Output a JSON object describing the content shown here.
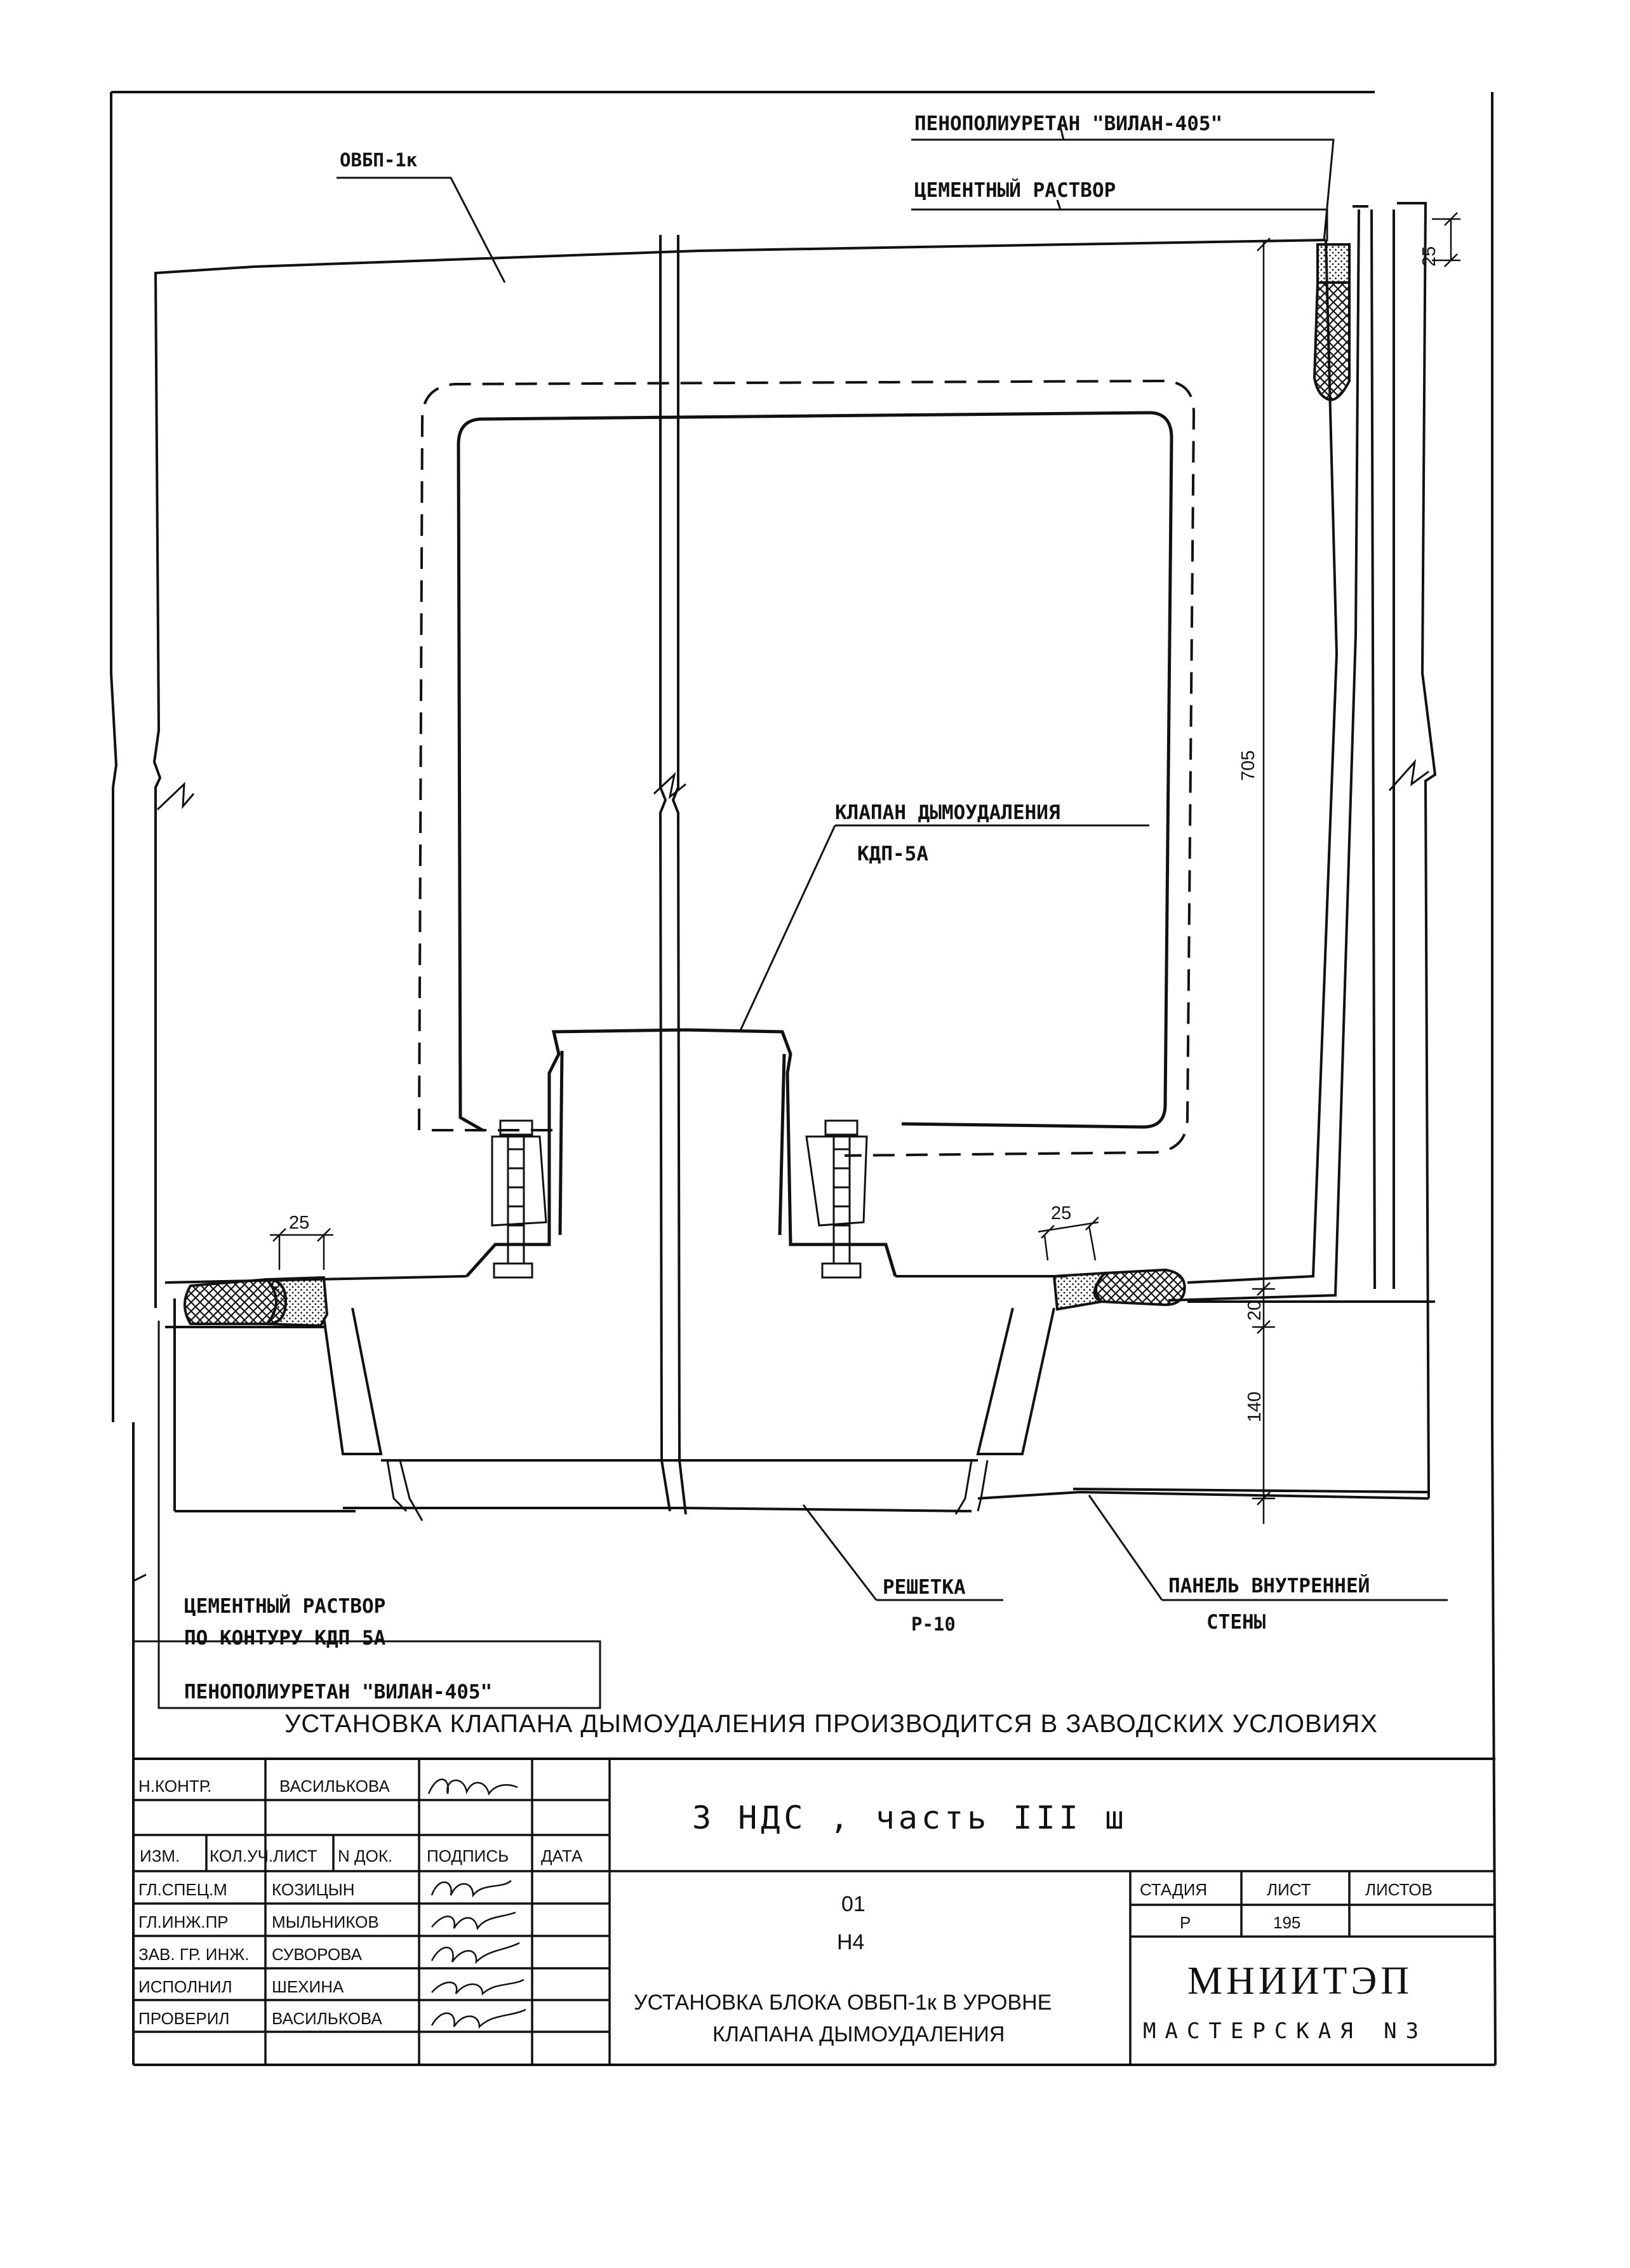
{
  "drawing": {
    "labels": {
      "top_right_foam": "ПЕНОПОЛИУРЕТАН \"ВИЛАН-405\"",
      "top_right_mortar": "ЦЕМЕНТНЫЙ РАСТВОР",
      "block": "ОВБП-1к",
      "valve_title": "КЛАПАН ДЫМОУДАЛЕНИЯ",
      "valve_model": "КДП-5А",
      "mortar_contour_line1": "ЦЕМЕНТНЫЙ РАСТВОР",
      "mortar_contour_line2": "ПО КОНТУРУ КДП 5А",
      "bottom_foam": "ПЕНОПОЛИУРЕТАН \"ВИЛАН-405\"",
      "grille_title": "РЕШЕТКА",
      "grille_model": "Р-10",
      "panel_line1": "ПАНЕЛЬ ВНУТРЕННЕЙ",
      "panel_line2": "СТЕНЫ"
    },
    "dimensions": {
      "top_right_gap": "25",
      "height_main": "705",
      "left_gap": "25",
      "right_gap": "25",
      "slab_top": "20",
      "slab_depth": "140"
    },
    "note": "УСТАНОВКА КЛАПАНА ДЫМОУДАЛЕНИЯ ПРОИЗВОДИТСЯ В ЗАВОДСКИХ УСЛОВИЯХ"
  },
  "title_block": {
    "norm_control": {
      "role": "Н.КОНТР.",
      "name": "ВАСИЛЬКОВА"
    },
    "headers": [
      "ИЗМ.",
      "КОЛ.УЧ.",
      "ЛИСТ",
      "N ДОК.",
      "ПОДПИСЬ",
      "ДАТА"
    ],
    "staff": [
      {
        "role": "ГЛ.СПЕЦ.М",
        "name": "КОЗИЦЫН"
      },
      {
        "role": "ГЛ.ИНЖ.ПР",
        "name": "МЫЛЬНИКОВ"
      },
      {
        "role": "ЗАВ. ГР. ИНЖ.",
        "name": "СУВОРОВА"
      },
      {
        "role": "ИСПОЛНИЛ",
        "name": "ШЕХИНА"
      },
      {
        "role": "ПРОВЕРИЛ",
        "name": "ВАСИЛЬКОВА"
      }
    ],
    "project": "3 НДС , часть III ш",
    "sheet_code_top": "01",
    "sheet_code_bottom": "Н4",
    "sheet_title_line1": "УСТАНОВКА БЛОКА ОВБП-1к В УРОВНЕ",
    "sheet_title_line2": "КЛАПАНА ДЫМОУДАЛЕНИЯ",
    "stage_header": "СТАДИЯ",
    "sheet_header": "ЛИСТ",
    "sheets_header": "ЛИСТОВ",
    "stage": "Р",
    "sheet_number": "195",
    "organization": "МНИИТЭП",
    "department": "МАСТЕРСКАЯ N3"
  },
  "colors": {
    "ink": "#111111",
    "paper": "#ffffff"
  }
}
